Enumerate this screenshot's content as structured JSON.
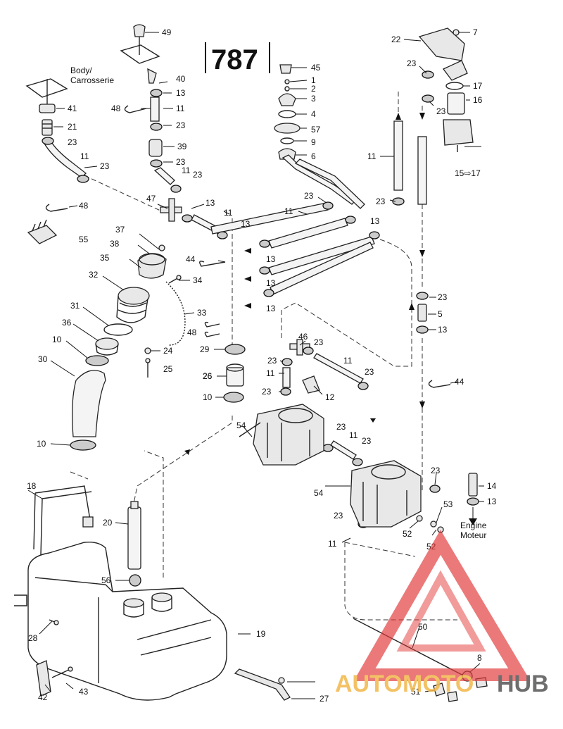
{
  "diagram_number": "787",
  "labels": [
    {
      "id": "49",
      "text": "49"
    },
    {
      "id": "40",
      "text": "40"
    },
    {
      "id": "13a",
      "text": "13"
    },
    {
      "id": "48a",
      "text": "48"
    },
    {
      "id": "11a",
      "text": "11"
    },
    {
      "id": "23a",
      "text": "23"
    },
    {
      "id": "39",
      "text": "39"
    },
    {
      "id": "23b",
      "text": "23"
    },
    {
      "id": "11b",
      "text": "11"
    },
    {
      "id": "23c",
      "text": "23"
    },
    {
      "id": "41",
      "text": "41"
    },
    {
      "id": "21",
      "text": "21"
    },
    {
      "id": "23d",
      "text": "23"
    },
    {
      "id": "11c",
      "text": "11"
    },
    {
      "id": "23e",
      "text": "23"
    },
    {
      "id": "47",
      "text": "47"
    },
    {
      "id": "13b",
      "text": "13"
    },
    {
      "id": "11d",
      "text": "11"
    },
    {
      "id": "13c",
      "text": "13"
    },
    {
      "id": "48b",
      "text": "48"
    },
    {
      "id": "55",
      "text": "55"
    },
    {
      "id": "37",
      "text": "37"
    },
    {
      "id": "38",
      "text": "38"
    },
    {
      "id": "35",
      "text": "35"
    },
    {
      "id": "32",
      "text": "32"
    },
    {
      "id": "34",
      "text": "34"
    },
    {
      "id": "33",
      "text": "33"
    },
    {
      "id": "31",
      "text": "31"
    },
    {
      "id": "36",
      "text": "36"
    },
    {
      "id": "10a",
      "text": "10"
    },
    {
      "id": "30",
      "text": "30"
    },
    {
      "id": "24",
      "text": "24"
    },
    {
      "id": "25",
      "text": "25"
    },
    {
      "id": "10b",
      "text": "10"
    },
    {
      "id": "18",
      "text": "18"
    },
    {
      "id": "20",
      "text": "20"
    },
    {
      "id": "56",
      "text": "56"
    },
    {
      "id": "26a",
      "text": "26"
    },
    {
      "id": "19",
      "text": "19"
    },
    {
      "id": "28a",
      "text": "28"
    },
    {
      "id": "27",
      "text": "27"
    },
    {
      "id": "42",
      "text": "42"
    },
    {
      "id": "43",
      "text": "43"
    },
    {
      "id": "45",
      "text": "45"
    },
    {
      "id": "1",
      "text": "1"
    },
    {
      "id": "2",
      "text": "2"
    },
    {
      "id": "3",
      "text": "3"
    },
    {
      "id": "4",
      "text": "4"
    },
    {
      "id": "57",
      "text": "57"
    },
    {
      "id": "9",
      "text": "9"
    },
    {
      "id": "6",
      "text": "6"
    },
    {
      "id": "23f",
      "text": "23"
    },
    {
      "id": "11e",
      "text": "11"
    },
    {
      "id": "13d",
      "text": "13"
    },
    {
      "id": "44a",
      "text": "44"
    },
    {
      "id": "13e",
      "text": "13"
    },
    {
      "id": "13f",
      "text": "13"
    },
    {
      "id": "13g",
      "text": "13"
    },
    {
      "id": "48c",
      "text": "48"
    },
    {
      "id": "29",
      "text": "29"
    },
    {
      "id": "26b",
      "text": "26"
    },
    {
      "id": "10c",
      "text": "10"
    },
    {
      "id": "46",
      "text": "46"
    },
    {
      "id": "23g",
      "text": "23"
    },
    {
      "id": "11f",
      "text": "11"
    },
    {
      "id": "23h",
      "text": "23"
    },
    {
      "id": "11g",
      "text": "11"
    },
    {
      "id": "23i",
      "text": "23"
    },
    {
      "id": "23j",
      "text": "23"
    },
    {
      "id": "12",
      "text": "12"
    },
    {
      "id": "54a",
      "text": "54"
    },
    {
      "id": "23k",
      "text": "23"
    },
    {
      "id": "11h",
      "text": "11"
    },
    {
      "id": "23l",
      "text": "23"
    },
    {
      "id": "54b",
      "text": "54"
    },
    {
      "id": "23m",
      "text": "23"
    },
    {
      "id": "11i",
      "text": "11"
    },
    {
      "id": "52a",
      "text": "52"
    },
    {
      "id": "52b",
      "text": "52"
    },
    {
      "id": "53",
      "text": "53"
    },
    {
      "id": "23n",
      "text": "23"
    },
    {
      "id": "14",
      "text": "14"
    },
    {
      "id": "13h",
      "text": "13"
    },
    {
      "id": "50",
      "text": "50"
    },
    {
      "id": "8",
      "text": "8"
    },
    {
      "id": "51",
      "text": "51"
    },
    {
      "id": "22",
      "text": "22"
    },
    {
      "id": "7",
      "text": "7"
    },
    {
      "id": "23o",
      "text": "23"
    },
    {
      "id": "17",
      "text": "17"
    },
    {
      "id": "23p",
      "text": "23"
    },
    {
      "id": "16",
      "text": "16"
    },
    {
      "id": "11j",
      "text": "11"
    },
    {
      "id": "23q",
      "text": "23"
    },
    {
      "id": "23r",
      "text": "23"
    },
    {
      "id": "5",
      "text": "5"
    },
    {
      "id": "13i",
      "text": "13"
    },
    {
      "id": "44b",
      "text": "44"
    }
  ],
  "body_label": [
    "Body/",
    "Carrosserie"
  ],
  "engine_label": [
    "Engine",
    "Moteur"
  ],
  "ref_label": "15⇨17",
  "watermark": {
    "part1": "AUTO",
    "part2": "MOTO",
    "part3": "HUB",
    "color_primary": "#e23b3b",
    "color_secondary": "#f2b84b",
    "color_dark": "#555555"
  }
}
